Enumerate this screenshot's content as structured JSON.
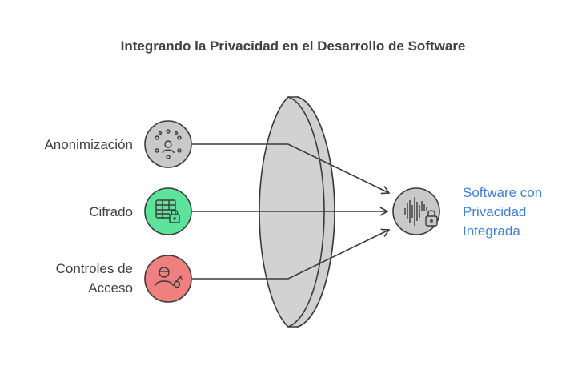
{
  "title": "Integrando la Privacidad en el Desarrollo de Software",
  "inputs": [
    {
      "label_lines": [
        "Anonimización"
      ],
      "icon": "network-people-icon",
      "color": "#c9c9c9"
    },
    {
      "label_lines": [
        "Cifrado"
      ],
      "icon": "encrypted-table-lock-icon",
      "color": "#5ee39a"
    },
    {
      "label_lines": [
        "Controles de",
        "Acceso"
      ],
      "icon": "user-key-icon",
      "color": "#f07f7f"
    }
  ],
  "result": {
    "label_lines": [
      "Software con",
      "Privacidad",
      "Integrada"
    ],
    "icon": "soundwave-lock-icon",
    "color": "#c9c9c9",
    "text_color": "#3d7fd6"
  },
  "lens_color": "#cfcfcf"
}
